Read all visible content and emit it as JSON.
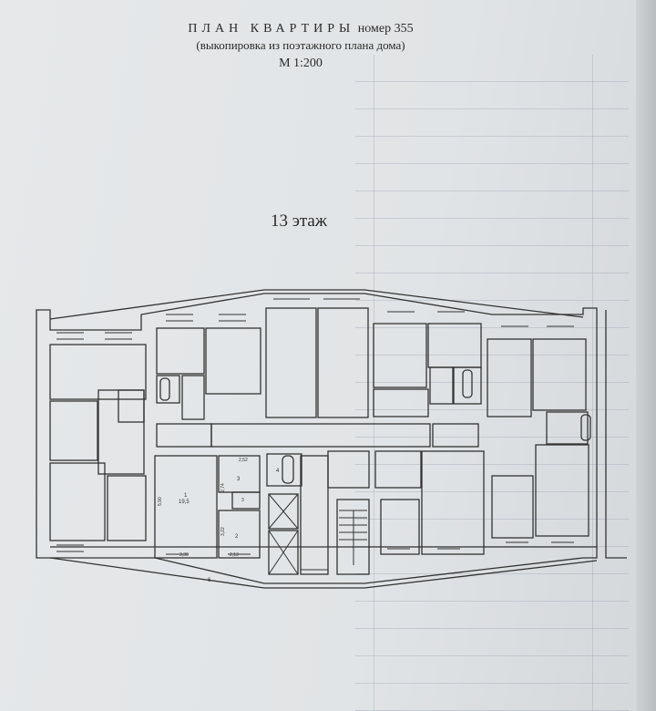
{
  "header": {
    "title_spaced": "ПЛАН КВАРТИРЫ",
    "title_number": "номер 355",
    "subtitle": "(выкопировка из поэтажного плана дома)",
    "scale": "М 1:200"
  },
  "floor_label": "13 этаж",
  "plan": {
    "rooms": [
      {
        "number": "1",
        "area": "19,5"
      },
      {
        "number": "2"
      },
      {
        "number": "3"
      },
      {
        "number": "3"
      },
      {
        "number": "4"
      },
      {
        "number": "6"
      }
    ],
    "dimensions": [
      "5,90",
      "2,52",
      "2,74",
      "3,22",
      "3,30",
      "2,13"
    ]
  }
}
